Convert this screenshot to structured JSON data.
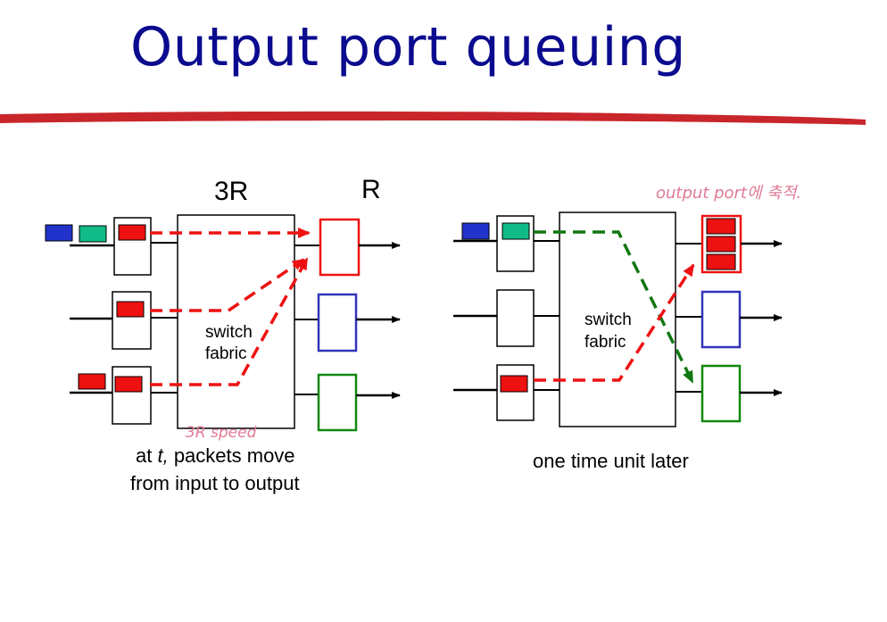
{
  "title": "Output port queuing",
  "labels": {
    "rate_in": "3R",
    "rate_out": "R",
    "fabric_left_1": "switch",
    "fabric_left_2": "fabric",
    "fabric_right_1": "switch",
    "fabric_right_2": "fabric",
    "caption_left_1_pre": "at ",
    "caption_left_1_t": "t,",
    "caption_left_1_post": " packets move",
    "caption_left_2": "from input to output",
    "caption_right": "one time unit later"
  },
  "annotations": {
    "speed_note": "3R speed",
    "queue_note": "output port에 축적."
  },
  "colors": {
    "title": "#0b0b8f",
    "underline": "#c8262b",
    "red_packet": "#ee1111",
    "blue_packet": "#2233cc",
    "green_packet": "#11bb88",
    "arrow_red": "#ee1111",
    "arrow_green": "#117711",
    "port_red": "#ee1111",
    "port_blue": "#3333bb",
    "port_green": "#118811",
    "handwriting": "#e07a95"
  }
}
